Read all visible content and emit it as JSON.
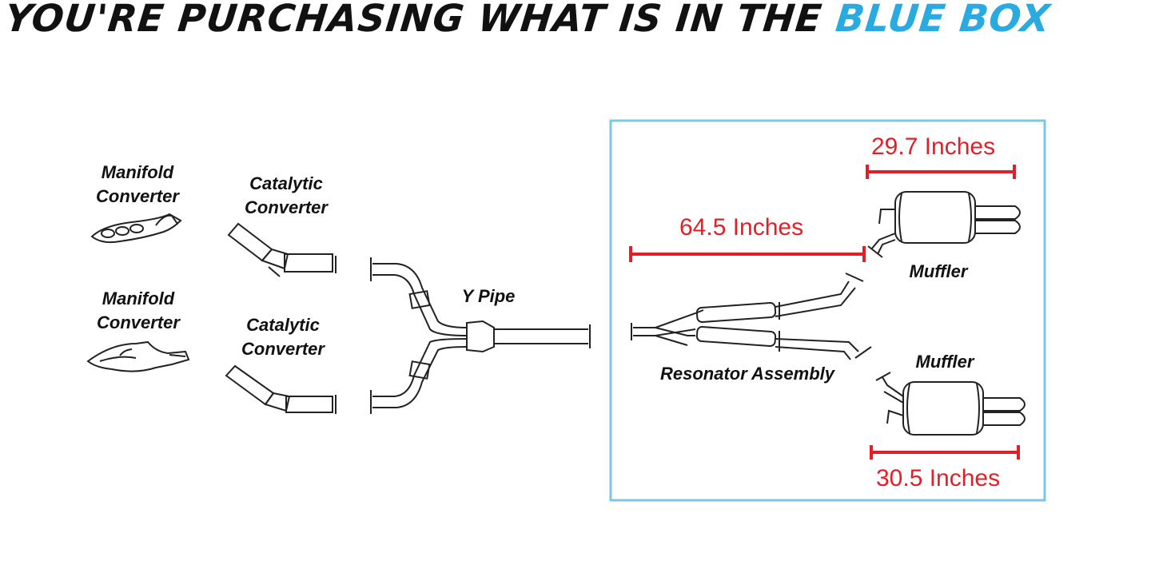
{
  "header": {
    "prefix": "YOU'RE PURCHASING WHAT IS IN THE",
    "highlight": "BLUE BOX",
    "highlight_color": "#29abe2"
  },
  "parts": {
    "manifold_top": [
      "Manifold",
      "Converter"
    ],
    "manifold_bottom": [
      "Manifold",
      "Converter"
    ],
    "cat_top": [
      "Catalytic",
      "Converter"
    ],
    "cat_bottom": [
      "Catalytic",
      "Converter"
    ],
    "y_pipe": "Y Pipe",
    "resonator": "Resonator Assembly",
    "muffler_top": "Muffler",
    "muffler_bottom": "Muffler"
  },
  "measurements": {
    "resonator_length": "64.5 Inches",
    "muffler_top_length": "29.7 Inches",
    "muffler_bottom_length": "30.5 Inches",
    "color": "#e41e26"
  },
  "box_color": "#7cc6e8"
}
